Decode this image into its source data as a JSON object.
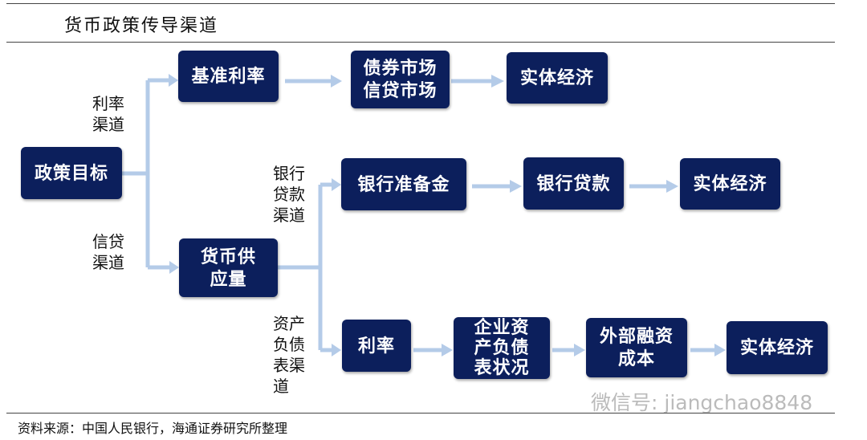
{
  "title": "货币政策传导渠道",
  "boxes": {
    "policy_goal": "政策目标",
    "benchmark_rate": "基准利率",
    "markets": "债券市场\n信贷市场",
    "real_economy_1": "实体经济",
    "bank_reserve": "银行准备金",
    "bank_loans": "银行贷款",
    "real_economy_2": "实体经济",
    "money_supply": "货币供\n应量",
    "interest_rate": "利率",
    "balance_sheet": "企业资\n产负债\n表状况",
    "external_cost": "外部融资\n成本",
    "real_economy_3": "实体经济"
  },
  "labels": {
    "rate_channel": "利率\n渠道",
    "credit_channel": "信贷\n渠道",
    "bank_loan_channel": "银行\n贷款\n渠道",
    "balance_sheet_channel": "资产\n负债\n表渠\n道"
  },
  "source": "资料来源：中国人民银行，海通证券研究所整理",
  "watermark": "微信号: jiangchao8848",
  "colors": {
    "box": "#0c1f5c",
    "arrow": "#b4cbe8"
  }
}
